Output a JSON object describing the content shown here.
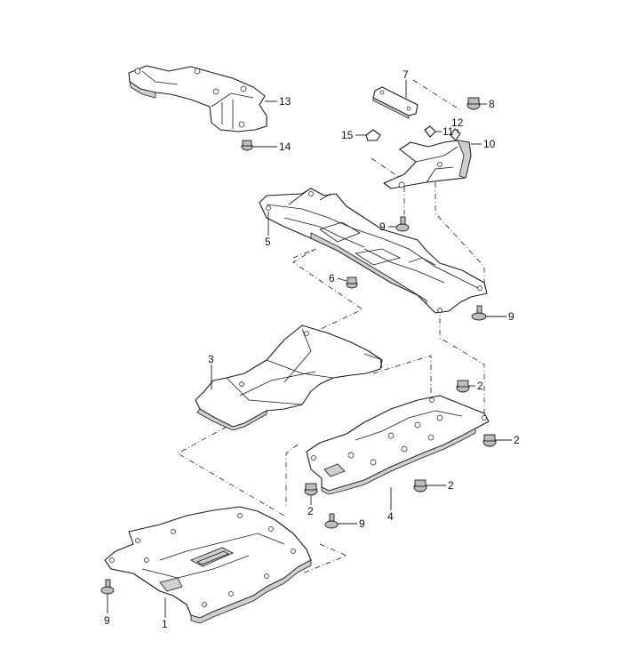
{
  "callouts": {
    "c1": "1",
    "c2a": "2",
    "c2b": "2",
    "c2c": "2",
    "c2d": "2",
    "c3": "3",
    "c4": "4",
    "c5": "5",
    "c6": "6",
    "c7": "7",
    "c8": "8",
    "c9a": "9",
    "c9b": "9",
    "c9c": "9",
    "c9d": "9",
    "c10": "10",
    "c11": "11",
    "c12": "12",
    "c13": "13",
    "c14": "14",
    "c15": "15"
  }
}
